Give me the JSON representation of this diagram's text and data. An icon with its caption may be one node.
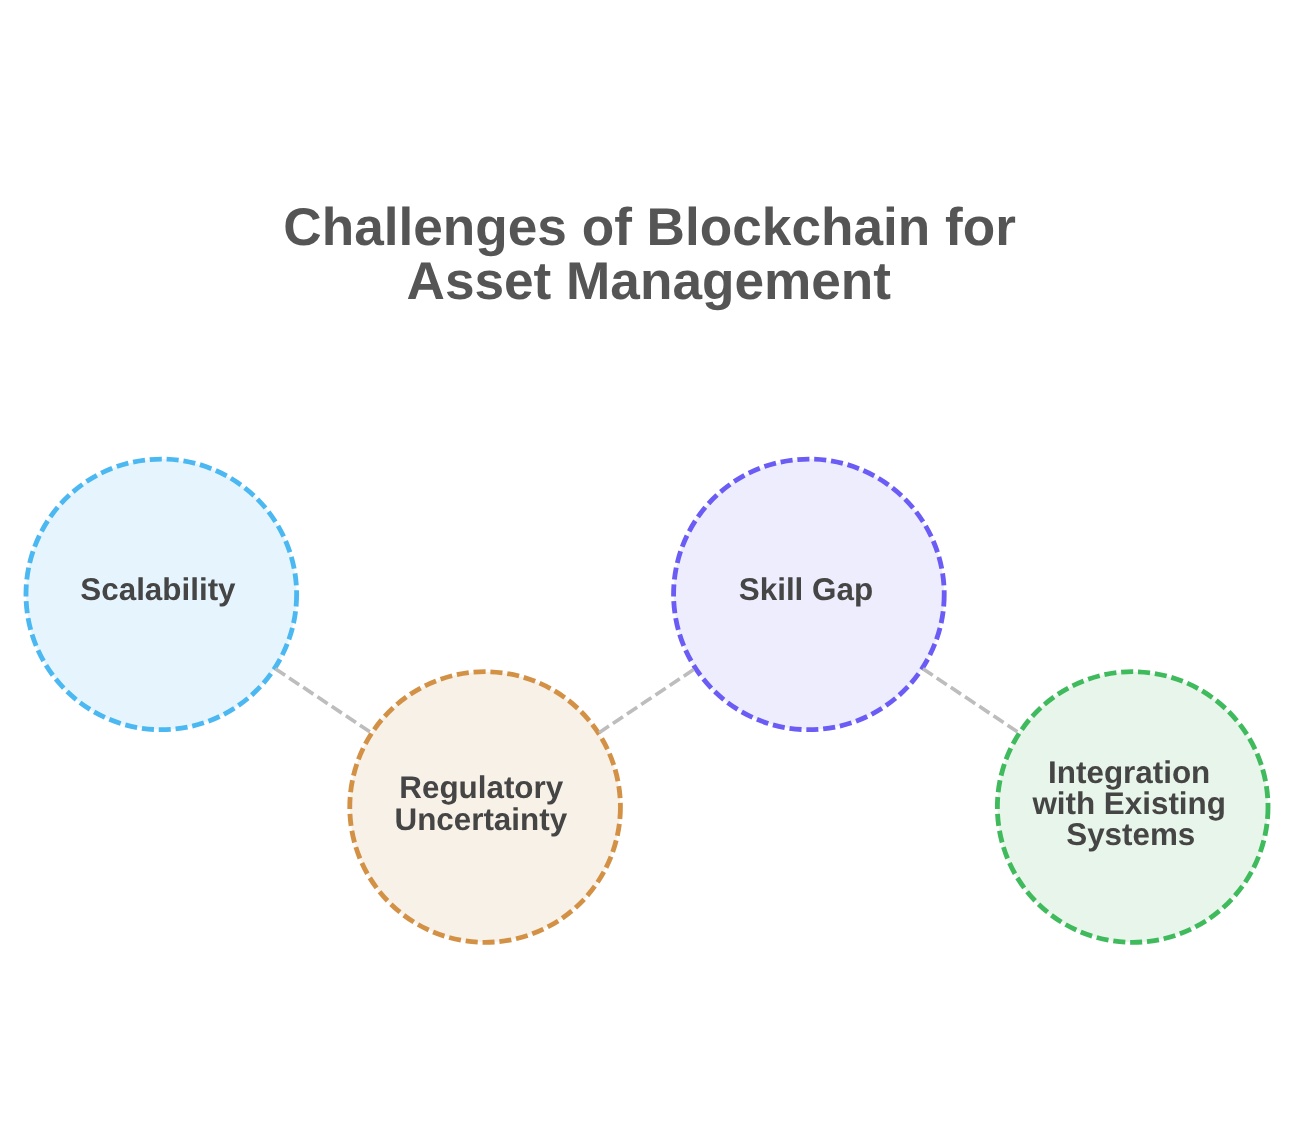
{
  "diagram": {
    "title": "Challenges of Blockchain for Asset Management",
    "nodes": [
      {
        "text": [
          "Scalability"
        ]
      },
      {
        "text": [
          "Regulatory Uncertainty"
        ]
      },
      {
        "text": [
          "Skill Gap"
        ]
      },
      {
        "text": [
          "Integration with Existing Systems"
        ]
      }
    ],
    "edges": [
      {
        "from": 0,
        "to": 1,
        "arrow": "none",
        "style": "dashed"
      },
      {
        "from": 1,
        "to": 2,
        "arrow": "none",
        "style": "dashed"
      },
      {
        "from": 2,
        "to": 3,
        "arrow": "none",
        "style": "dashed"
      }
    ]
  }
}
